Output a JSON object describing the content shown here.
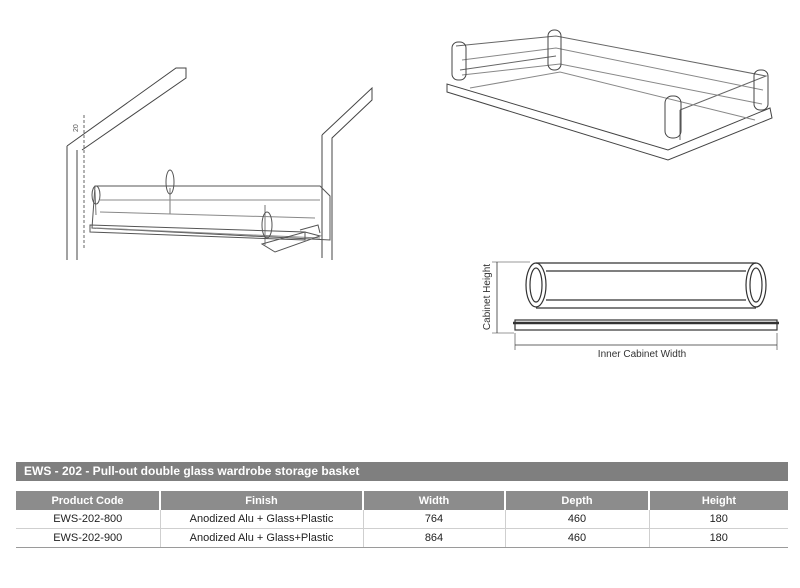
{
  "drawing": {
    "angle_label": "20",
    "cabinet_height_label": "Cabinet Height",
    "inner_width_label": "Inner Cabinet Width"
  },
  "table": {
    "title": "EWS - 202 - Pull-out double glass wardrobe storage basket",
    "headers": [
      "Product Code",
      "Finish",
      "Width",
      "Depth",
      "Height"
    ],
    "rows": [
      [
        "EWS-202-800",
        "Anodized Alu + Glass+Plastic",
        "764",
        "460",
        "180"
      ],
      [
        "EWS-202-900",
        "Anodized Alu + Glass+Plastic",
        "864",
        "460",
        "180"
      ]
    ]
  }
}
